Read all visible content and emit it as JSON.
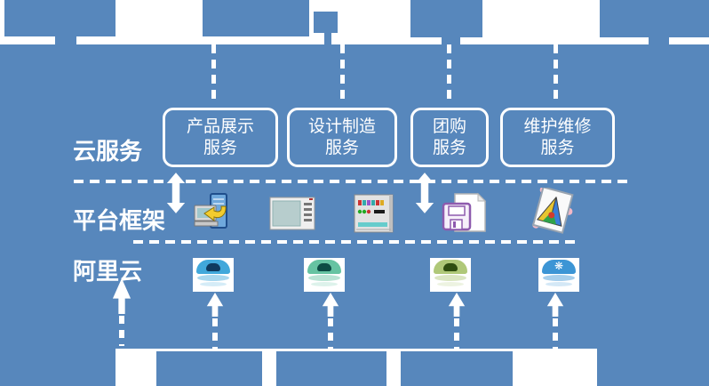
{
  "diagram": {
    "colors": {
      "background_blue": "#5787BC",
      "foreground_white": "#FFFFFF"
    },
    "row_labels": {
      "cloud_services": "云服务",
      "platform_framework": "平台框架",
      "aliyun": "阿里云"
    },
    "service_boxes": [
      {
        "line1": "产品展示",
        "line2": "服务"
      },
      {
        "line1": "设计制造",
        "line2": "服务"
      },
      {
        "line1": "团购",
        "line2": "服务"
      },
      {
        "line1": "维护维修",
        "line2": "服务"
      }
    ],
    "platform_icons": [
      {
        "name": "client-computer-icon"
      },
      {
        "name": "application-window-icon"
      },
      {
        "name": "control-panel-icon"
      },
      {
        "name": "save-document-icon"
      },
      {
        "name": "image-viewer-icon"
      }
    ],
    "aliyun_nodes": [
      {
        "name": "aliyun-node-blue",
        "dome_color": "#41A8DB",
        "head_color": "#0F3A5F"
      },
      {
        "name": "aliyun-node-teal",
        "dome_color": "#66C3A2",
        "head_color": "#0D4C44"
      },
      {
        "name": "aliyun-node-olive",
        "dome_color": "#AFC878",
        "head_color": "#2F4E10"
      },
      {
        "name": "aliyun-node-gear",
        "dome_color": "#3C95D5",
        "head_color": "#FFFFFF"
      }
    ]
  }
}
